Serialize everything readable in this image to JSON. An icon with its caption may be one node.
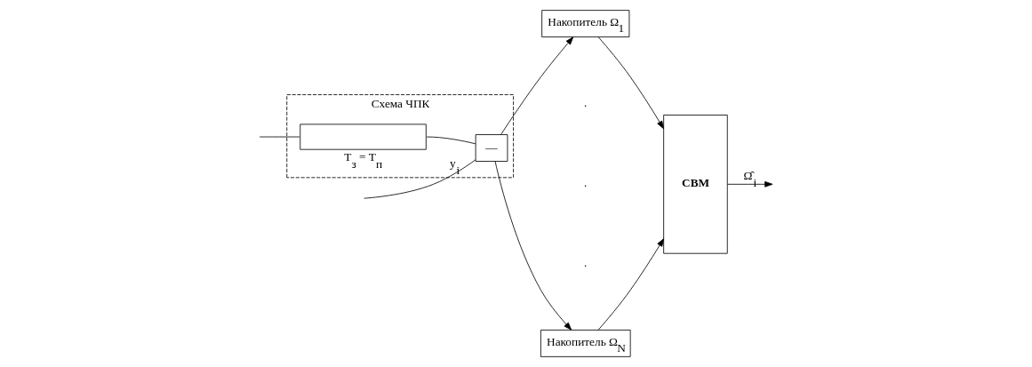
{
  "diagram": {
    "nodes": [
      {
        "text": [
          "Схема ЧПК"
        ]
      },
      {
        "text": [
          "—"
        ],
        "in": 0
      },
      {
        "text": [],
        "shape": "box",
        "in": 0,
        "beside": [
          "T$_{з}$ = T$_{п}$"
        ]
      },
      {
        "text": [
          "Накопитель Ω$_{1}$"
        ]
      },
      {
        "text": [
          "Накопитель Ω$_{N}$"
        ]
      },
      {
        "text": [
          "СВМ"
        ]
      }
    ],
    "edges": [
      {
        "from": null,
        "to": 1,
        "arrow": "none",
        "label": "y$_{i}$"
      },
      {
        "from": null,
        "to": 2,
        "arrow": "none"
      },
      {
        "from": 2,
        "to": 1,
        "arrow": "none"
      },
      {
        "from": 1,
        "to": 3,
        "arrow": "to"
      },
      {
        "from": 1,
        "to": 4,
        "arrow": "to"
      },
      {
        "from": 3,
        "to": 5,
        "arrow": "to"
      },
      {
        "from": 4,
        "to": 5,
        "arrow": "to"
      },
      {
        "from": 5,
        "to": null,
        "arrow": "to",
        "label": "Ω̂$_{i}$"
      }
    ],
    "labels": [
      ".",
      ".",
      "."
    ]
  }
}
